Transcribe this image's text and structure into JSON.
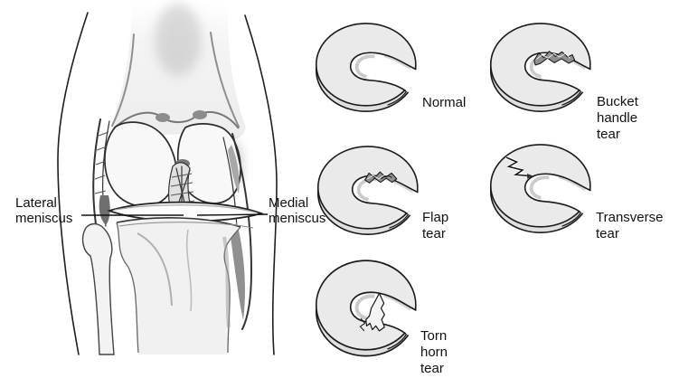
{
  "figure_type": "medical-diagram-knee-meniscus-tears",
  "colors": {
    "background": "#ffffff",
    "outline": "#1a1a1a",
    "text": "#111111",
    "meniscus_surface": "#eaeaea",
    "meniscus_rim": "#dfdfdf",
    "bone_fill": "#f1f1f1"
  },
  "knee_diagram": {
    "labels": {
      "lateral": {
        "lines": [
          "Lateral",
          "meniscus"
        ]
      },
      "medial": {
        "lines": [
          "Medial",
          "meniscus"
        ]
      }
    }
  },
  "meniscus_panel": {
    "items": [
      {
        "id": "normal",
        "lines": [
          "Normal"
        ]
      },
      {
        "id": "bucket-handle-tear",
        "lines": [
          "Bucket",
          "handle",
          "tear"
        ]
      },
      {
        "id": "flap-tear",
        "lines": [
          "Flap",
          "tear"
        ]
      },
      {
        "id": "transverse-tear",
        "lines": [
          "Transverse",
          "tear"
        ]
      },
      {
        "id": "torn-horn-tear",
        "lines": [
          "Torn",
          "horn",
          "tear"
        ]
      }
    ]
  }
}
